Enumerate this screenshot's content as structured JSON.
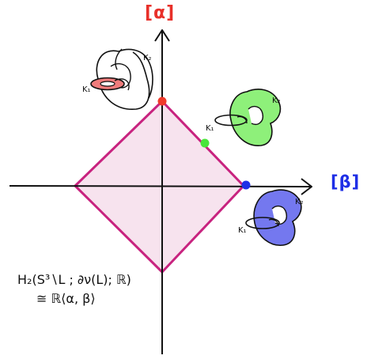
{
  "axes": {
    "y_label": "[α]",
    "x_label": "[β]"
  },
  "knots": {
    "top_left": {
      "k1": "K₁",
      "k2": "K₂",
      "fill": "#f07c7c"
    },
    "top_right": {
      "k1": "K₁",
      "k2": "K₂",
      "fill": "#8ef07a"
    },
    "bottom_right": {
      "k1": "K₁",
      "k2": "K₂",
      "fill": "#7478ef"
    }
  },
  "formula": {
    "line1": "H₂(S³∖L ; ∂ν(L); ℝ)",
    "line2": "≅ ℝ⟨α, β⟩"
  },
  "colors": {
    "diamond_stroke": "#c8237f",
    "diamond_fill": "#f7e3ee",
    "dot_alpha": "#f03a2a",
    "dot_mid": "#49e63a",
    "dot_beta": "#1f2fe6"
  }
}
